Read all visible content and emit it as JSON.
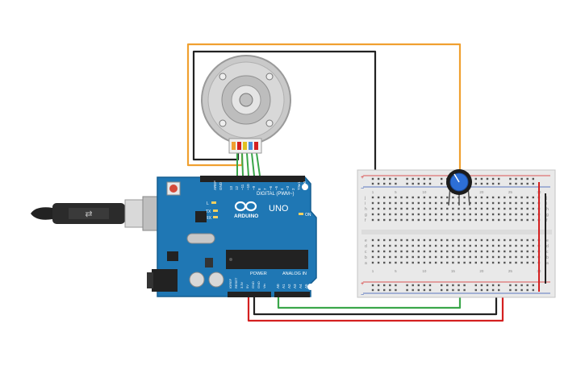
{
  "canvas": {
    "background": "#ffffff"
  },
  "board": {
    "logo_text": "ARDUINO",
    "model": "UNO",
    "reset_label": "RESET",
    "digital_header": "DIGITAL (PWM~)",
    "power_header": "POWER",
    "analog_header": "ANALOG IN",
    "led_l": "L",
    "led_tx": "TX",
    "led_rx": "RX",
    "led_on": "ON",
    "aref": "AREF",
    "gnd": "GND",
    "digital_pins": [
      "13",
      "12",
      "~11",
      "~10",
      "~9",
      "8",
      "7",
      "~6",
      "~5",
      "4",
      "~3",
      "2",
      "TX▸1",
      "RX◂0"
    ],
    "power_pins": [
      "IOREF",
      "RESET",
      "3.3V",
      "5V",
      "GND",
      "GND",
      "Vin"
    ],
    "analog_pins": [
      "A0",
      "A1",
      "A2",
      "A3",
      "A4",
      "A5"
    ],
    "color": "#1f77b4"
  },
  "breadboard": {
    "row_letters_top": [
      "j",
      "i",
      "h",
      "g",
      "f"
    ],
    "row_letters_bottom": [
      "e",
      "d",
      "c",
      "b",
      "a"
    ],
    "column_numbers": [
      "1",
      "5",
      "10",
      "15",
      "20",
      "25",
      "30"
    ],
    "rail_plus": "+",
    "rail_minus": "−"
  },
  "components": {
    "motor": "stepper-motor",
    "potentiometer": "potentiometer",
    "usb": "usb-cable"
  },
  "wire_colors": {
    "orange": "#f0a030",
    "black": "#222222",
    "red": "#d42020",
    "green": "#3aa64a"
  }
}
